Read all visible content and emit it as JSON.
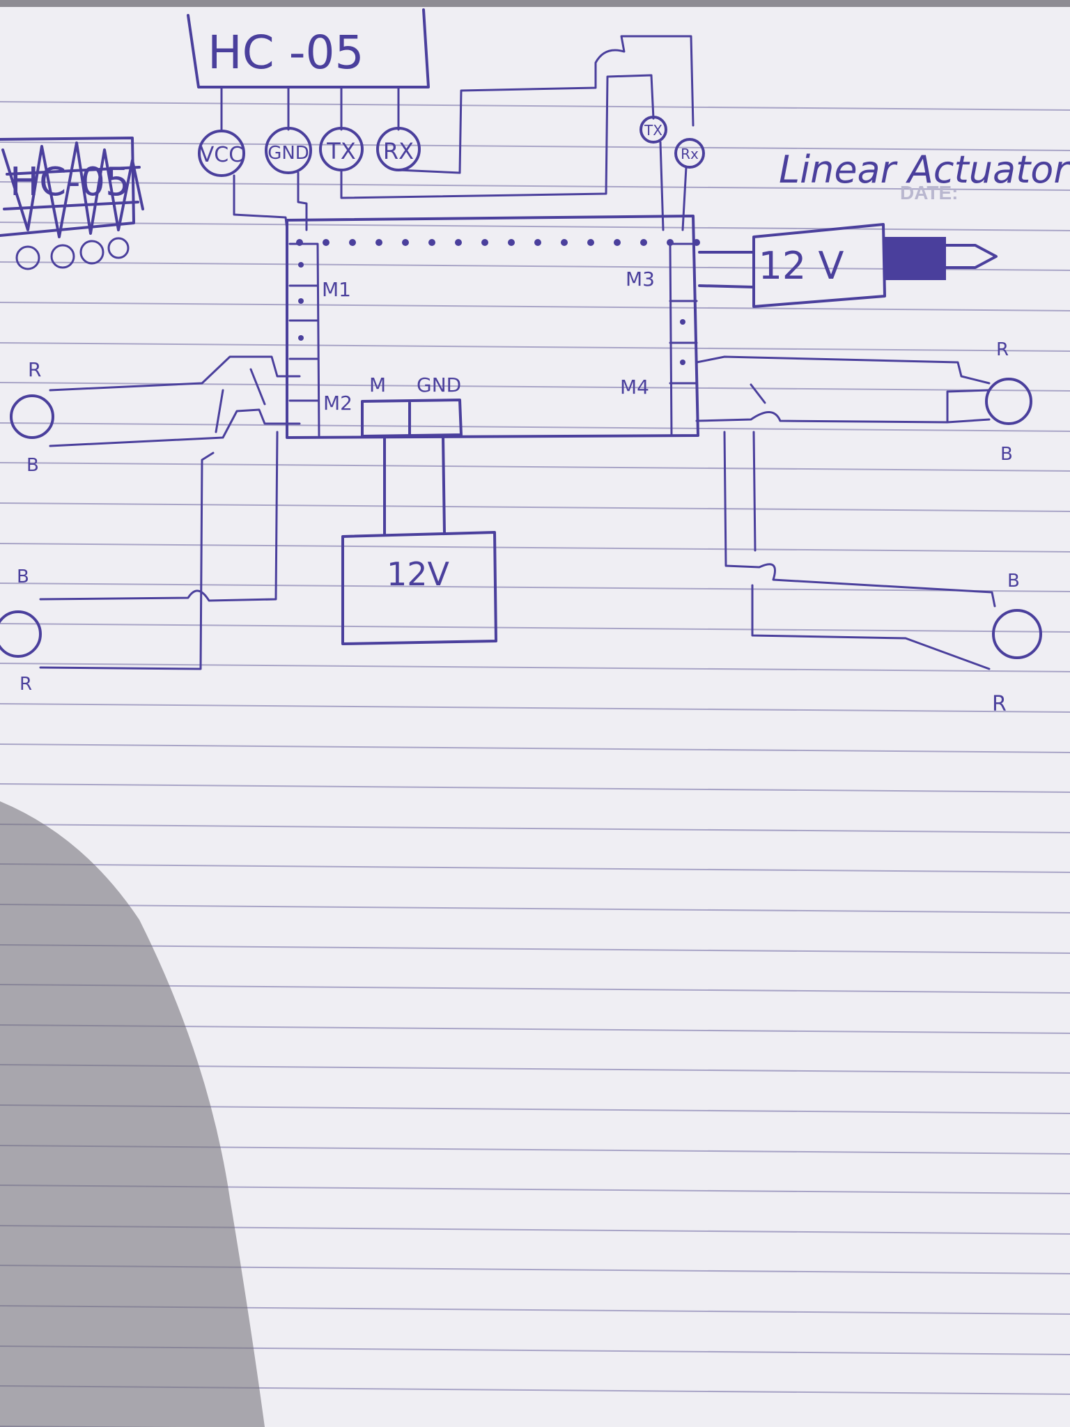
{
  "colors": {
    "paper": "#efeef3",
    "rule_line": "#a8a4c6",
    "ink": "#4a3f9c",
    "shadow": "#6e6b73",
    "printed": "#b9b7cf"
  },
  "printed_header": {
    "date_label": "DATE:"
  },
  "title": "Linear Actuator",
  "bluetooth_module": {
    "name": "HC -05",
    "pins": [
      "VCC",
      "GND",
      "TX",
      "RX"
    ]
  },
  "crossed_out_sketch": {
    "text": "HC-05"
  },
  "driver_board": {
    "arduino_pins": [
      "TX",
      "Rx"
    ],
    "motor_ports": [
      "M1",
      "M2",
      "M3",
      "M4"
    ],
    "power_terminal": [
      "M",
      "GND"
    ]
  },
  "power_supplies": [
    {
      "label": "12V"
    },
    {
      "label": "12 V"
    }
  ],
  "motors": [
    {
      "top_label": "R",
      "bottom_label": "B"
    },
    {
      "top_label": "B",
      "bottom_label": "R"
    },
    {
      "top_label": "R",
      "bottom_label": "B"
    },
    {
      "top_label": "B",
      "bottom_label": "R"
    }
  ]
}
